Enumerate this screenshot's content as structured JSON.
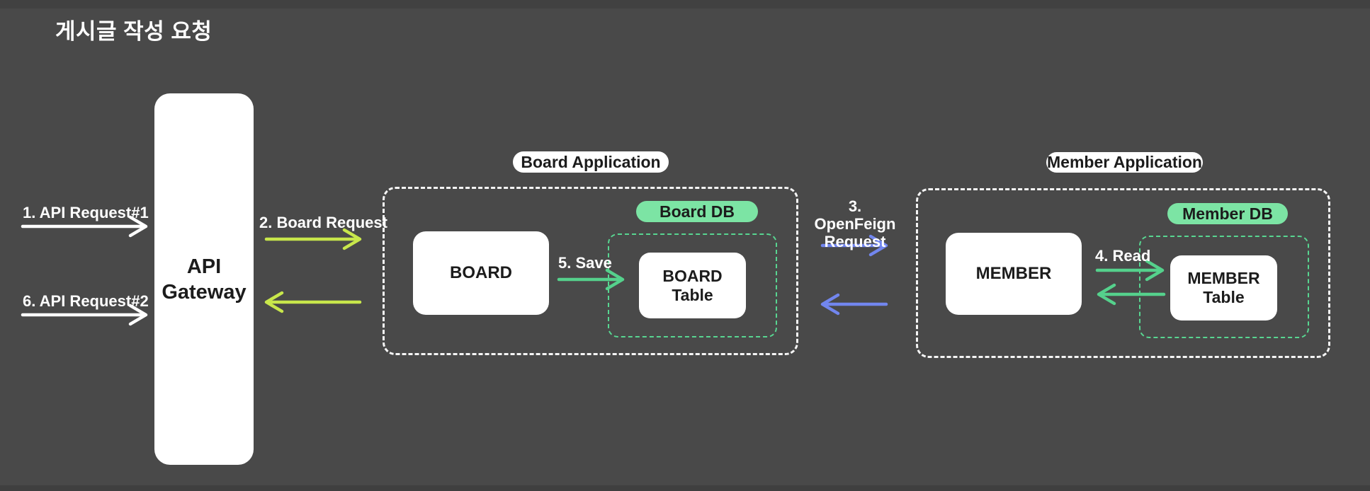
{
  "title": "게시글 작성 요청",
  "colors": {
    "background": "#494949",
    "surface": "#ffffff",
    "ink": "#1c1c1c",
    "label": "#ffffff",
    "arrow_white": "#ffffff",
    "arrow_yellow_green": "#c8e74b",
    "arrow_green": "#55d18c",
    "arrow_blue": "#7286ee",
    "badge_green": "#7ce4a4",
    "dashed_white": "#f5f5f5",
    "dashed_green": "#58d691"
  },
  "gateway": {
    "line1": "API",
    "line2": "Gateway"
  },
  "flows": {
    "request1": "1. API Request#1",
    "request2": "6. API Request#2",
    "board_request": "2. Board Request",
    "openfeign_line1": "3. OpenFeign",
    "openfeign_line2": "Request",
    "read": "4. Read",
    "save": "5. Save"
  },
  "board_app": {
    "title": "Board Application",
    "service": "BOARD",
    "db_badge": "Board DB",
    "table_line1": "BOARD",
    "table_line2": "Table"
  },
  "member_app": {
    "title": "Member Application",
    "service": "MEMBER",
    "db_badge": "Member DB",
    "table_line1": "MEMBER",
    "table_line2": "Table"
  }
}
